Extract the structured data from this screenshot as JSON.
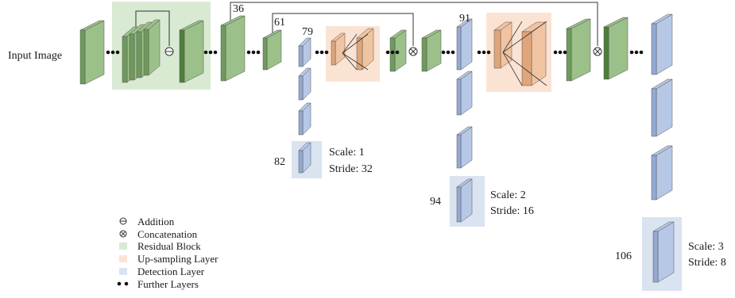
{
  "diagram": {
    "input_label": "Input Image",
    "layer_numbers": {
      "n36": "36",
      "n61": "61",
      "n79": "79",
      "n91": "91",
      "n82": "82",
      "n94": "94",
      "n106": "106"
    },
    "outputs": [
      {
        "scale": "Scale: 1",
        "stride": "Stride: 32"
      },
      {
        "scale": "Scale: 2",
        "stride": "Stride: 16"
      },
      {
        "scale": "Scale: 3",
        "stride": "Stride: 8"
      }
    ]
  },
  "legend": {
    "items": [
      {
        "symbol": "addition",
        "label": "Addition"
      },
      {
        "symbol": "concatenation",
        "label": "Concatenation"
      },
      {
        "symbol": "residual-swatch",
        "label": "Residual Block"
      },
      {
        "symbol": "upsampling-swatch",
        "label": "Up-sampling Layer"
      },
      {
        "symbol": "detection-swatch",
        "label": "Detection Layer"
      },
      {
        "symbol": "dots",
        "label": "Further Layers"
      }
    ]
  },
  "colors": {
    "residual_bg": "#d9ead3",
    "upsample_bg": "#fbe3d4",
    "detection_bg": "#dae3f0",
    "green_front": "#6f9a5c",
    "green_side": "#9cc08a",
    "green_dark_front": "#4f7d3a",
    "blue_front": "#93aad4",
    "blue_side": "#b7c8e6",
    "orange_front": "#e0a57a",
    "orange_side": "#f0c4a0"
  }
}
